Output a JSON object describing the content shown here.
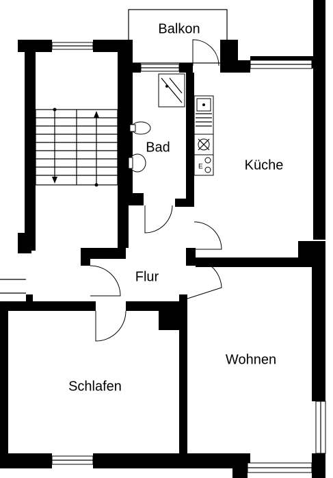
{
  "rooms": {
    "balkon": "Balkon",
    "bad": "Bad",
    "kueche": "Küche",
    "flur": "Flur",
    "wohnen": "Wohnen",
    "schlafen": "Schlafen"
  },
  "stove_marker": "E"
}
